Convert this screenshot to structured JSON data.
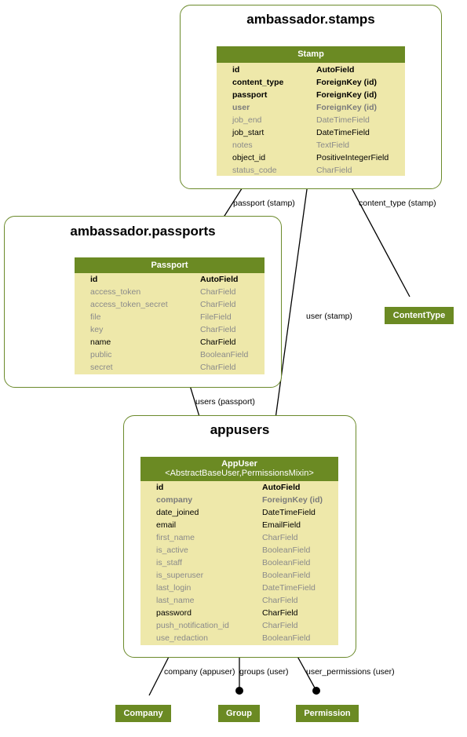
{
  "clusters": {
    "stamps": "ambassador.stamps",
    "passports": "ambassador.passports",
    "appusers": "appusers"
  },
  "models": {
    "stamp": {
      "title": "Stamp",
      "fields": [
        {
          "name": "id",
          "type": "AutoField",
          "style": "key"
        },
        {
          "name": "content_type",
          "type": "ForeignKey (id)",
          "style": "key"
        },
        {
          "name": "passport",
          "type": "ForeignKey (id)",
          "style": "key"
        },
        {
          "name": "user",
          "type": "ForeignKey (id)",
          "style": "fkinh"
        },
        {
          "name": "job_end",
          "type": "DateTimeField",
          "style": "inherit"
        },
        {
          "name": "job_start",
          "type": "DateTimeField",
          "style": "normal"
        },
        {
          "name": "notes",
          "type": "TextField",
          "style": "inherit"
        },
        {
          "name": "object_id",
          "type": "PositiveIntegerField",
          "style": "normal"
        },
        {
          "name": "status_code",
          "type": "CharField",
          "style": "inherit"
        }
      ]
    },
    "passport": {
      "title": "Passport",
      "fields": [
        {
          "name": "id",
          "type": "AutoField",
          "style": "key"
        },
        {
          "name": "access_token",
          "type": "CharField",
          "style": "inherit"
        },
        {
          "name": "access_token_secret",
          "type": "CharField",
          "style": "inherit"
        },
        {
          "name": "file",
          "type": "FileField",
          "style": "inherit"
        },
        {
          "name": "key",
          "type": "CharField",
          "style": "inherit"
        },
        {
          "name": "name",
          "type": "CharField",
          "style": "normal"
        },
        {
          "name": "public",
          "type": "BooleanField",
          "style": "inherit"
        },
        {
          "name": "secret",
          "type": "CharField",
          "style": "inherit"
        }
      ]
    },
    "appuser": {
      "title": "AppUser",
      "subtitle": "<AbstractBaseUser,PermissionsMixin>",
      "fields": [
        {
          "name": "id",
          "type": "AutoField",
          "style": "key"
        },
        {
          "name": "company",
          "type": "ForeignKey (id)",
          "style": "fkinh"
        },
        {
          "name": "date_joined",
          "type": "DateTimeField",
          "style": "normal"
        },
        {
          "name": "email",
          "type": "EmailField",
          "style": "normal"
        },
        {
          "name": "first_name",
          "type": "CharField",
          "style": "inherit"
        },
        {
          "name": "is_active",
          "type": "BooleanField",
          "style": "inherit"
        },
        {
          "name": "is_staff",
          "type": "BooleanField",
          "style": "inherit"
        },
        {
          "name": "is_superuser",
          "type": "BooleanField",
          "style": "inherit"
        },
        {
          "name": "last_login",
          "type": "DateTimeField",
          "style": "inherit"
        },
        {
          "name": "last_name",
          "type": "CharField",
          "style": "inherit"
        },
        {
          "name": "password",
          "type": "CharField",
          "style": "normal"
        },
        {
          "name": "push_notification_id",
          "type": "CharField",
          "style": "inherit"
        },
        {
          "name": "use_redaction",
          "type": "BooleanField",
          "style": "inherit"
        }
      ]
    }
  },
  "external": {
    "contenttype": "ContentType",
    "company": "Company",
    "group": "Group",
    "permission": "Permission"
  },
  "edges": {
    "passport_stamp": "passport (stamp)",
    "content_type_stamp": "content_type (stamp)",
    "user_stamp": "user (stamp)",
    "users_passport": "users (passport)",
    "company_appuser": "company (appuser)",
    "groups_user": "groups (user)",
    "user_permissions_user": "user_permissions (user)"
  },
  "colors": {
    "header": "#6b8a23",
    "body": "#eee8aa",
    "border": "#6b8a2b",
    "inherited_text": "#8a8a8a"
  }
}
